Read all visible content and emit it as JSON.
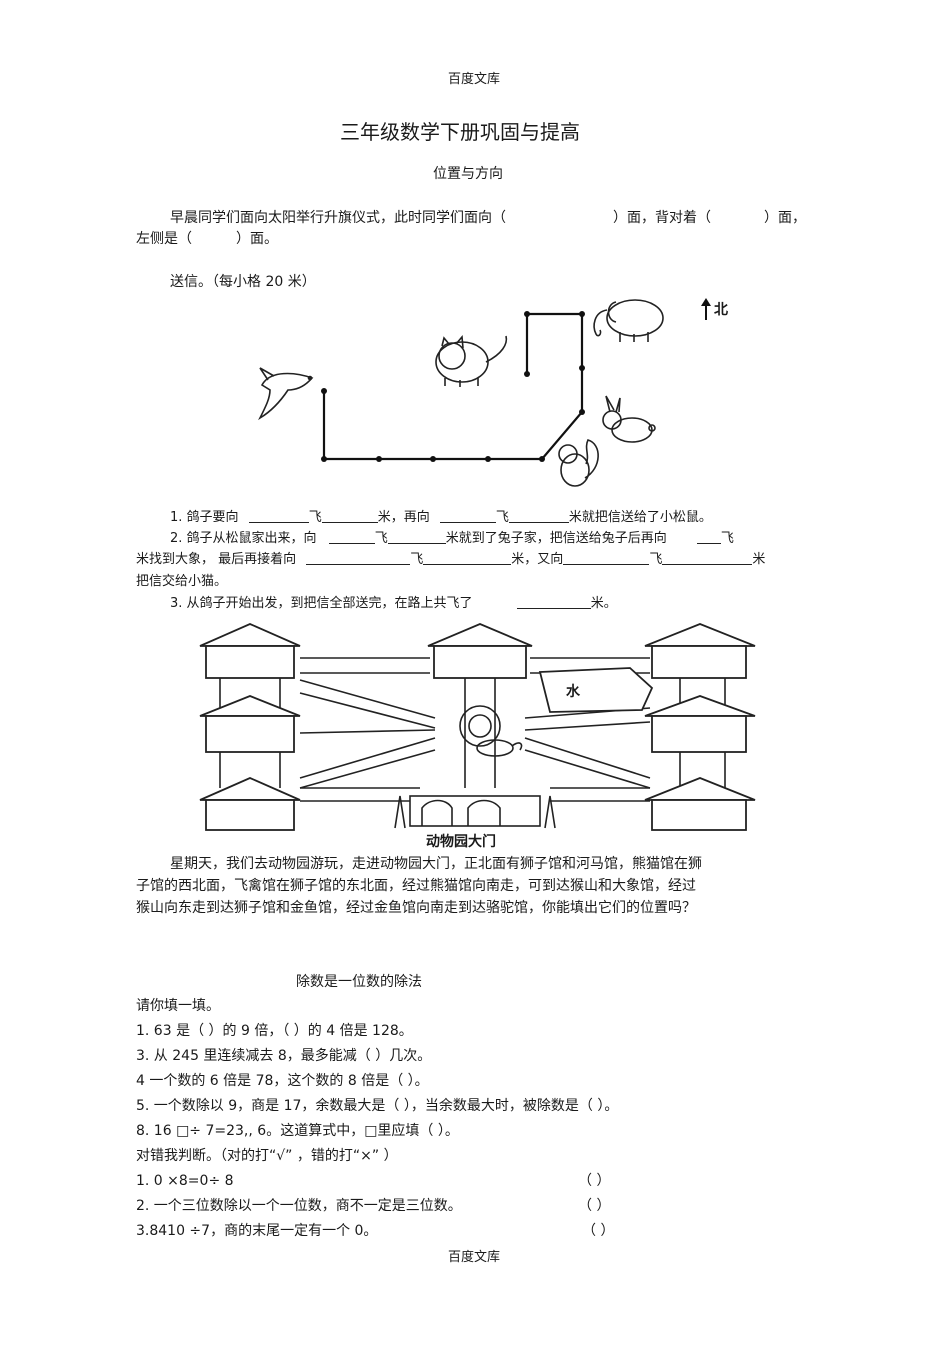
{
  "header": "百度文库",
  "footer": "百度文库",
  "title": "三年级数学下册巩固与提高",
  "section1": {
    "heading": "位置与方向",
    "q1_a": "早晨同学们面向太阳举行升旗仪式，此时同学们面向（",
    "q1_b": "）面，背对着（",
    "q1_c": "）面，",
    "q1_d": "左侧是（",
    "q1_e": "）面。",
    "q2_intro": "送信。（每小格   20 米）",
    "north": "北",
    "s1_a": "1. 鸽子要向",
    "s1_b": "飞",
    "s1_c": "米，再向",
    "s1_d": "飞",
    "s1_e": "米就把信送给了小松鼠。",
    "s2_a": "2. 鸽子从松鼠家出来，向",
    "s2_b": "飞",
    "s2_c": "米就到了兔子家，把信送给兔子后再向",
    "s2_d": "飞",
    "s2_e": "米找到大象，    最后再接着向",
    "s2_f": "飞",
    "s2_g": "米，又向",
    "s2_h": "飞",
    "s2_i": "米",
    "s2_j": "把信交给小猫。",
    "s3_a": "3. 从鸽子开始出发，到把信全部送完，在路上共飞了",
    "s3_b": "米。",
    "zoo_water": "水",
    "zoo_gate": "动物园大门",
    "zoo_p1": "星期天，我们去动物园游玩，走进动物园大门，正北面有狮子馆和河马馆，熊猫馆在狮",
    "zoo_p2": "子馆的西北面，飞禽馆在狮子馆的东北面，经过熊猫馆向南走，可到达猴山和大象馆，经过",
    "zoo_p3": "猴山向东走到达狮子馆和金鱼馆，经过金鱼馆向南走到达骆驼馆，你能填出它们的位置吗？"
  },
  "section2": {
    "heading": "除数是一位数的除法",
    "intro": "请你填一填。",
    "f1": "1. 63    是（    ）的  9 倍，（    ）的  4 倍是  128。",
    "f3": "3.    从 245 里连续减去    8，最多能减（      ）几次。",
    "f4": "4    一个数的    6 倍是  78，这个数的    8 倍是（    ）。",
    "f5": "5.    一个数除以    9，商是   17，余数最大是（      ），当余数最大时，被除数是（          ）。",
    "f8": "8. 16   □÷ 7=23,,      6。这道算式中，□里应填（        ）。",
    "judge": "对错我判断。（对的打“√”  ，错的打“×”  ）",
    "j1": "1. 0    ×8=0÷ 8",
    "j2": "2. 一个三位数除以一个一位数，商不一定是三位数。",
    "j3": "3.8410 ÷7，商的末尾一定有一个       0。",
    "bracket": "（    ）"
  }
}
